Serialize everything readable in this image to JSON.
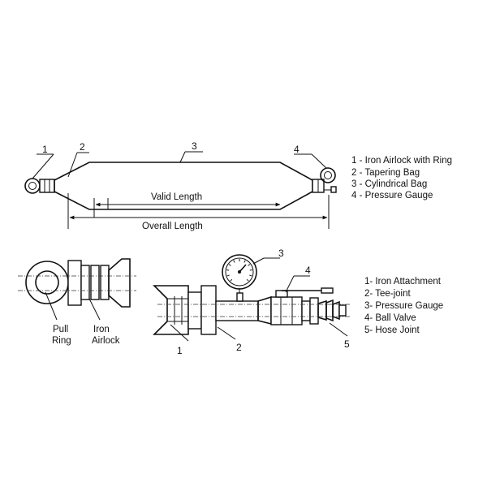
{
  "top": {
    "callouts": [
      "1",
      "2",
      "3",
      "4"
    ],
    "valid_length": "Valid Length",
    "overall_length": "Overall Length",
    "legend": [
      "1 - Iron Airlock with Ring",
      "2 - Tapering Bag",
      "3 - Cylindrical Bag",
      "4 - Pressure Gauge"
    ]
  },
  "bottom_left": {
    "label_pull": [
      "Pull",
      "Ring"
    ],
    "label_iron": [
      "Iron",
      "Airlock"
    ]
  },
  "bottom_right": {
    "callouts": [
      "1",
      "2",
      "3",
      "4",
      "5"
    ],
    "legend": [
      "1- Iron Attachment",
      "2- Tee-joint",
      "3- Pressure Gauge",
      "4- Ball Valve",
      "5- Hose Joint"
    ]
  }
}
